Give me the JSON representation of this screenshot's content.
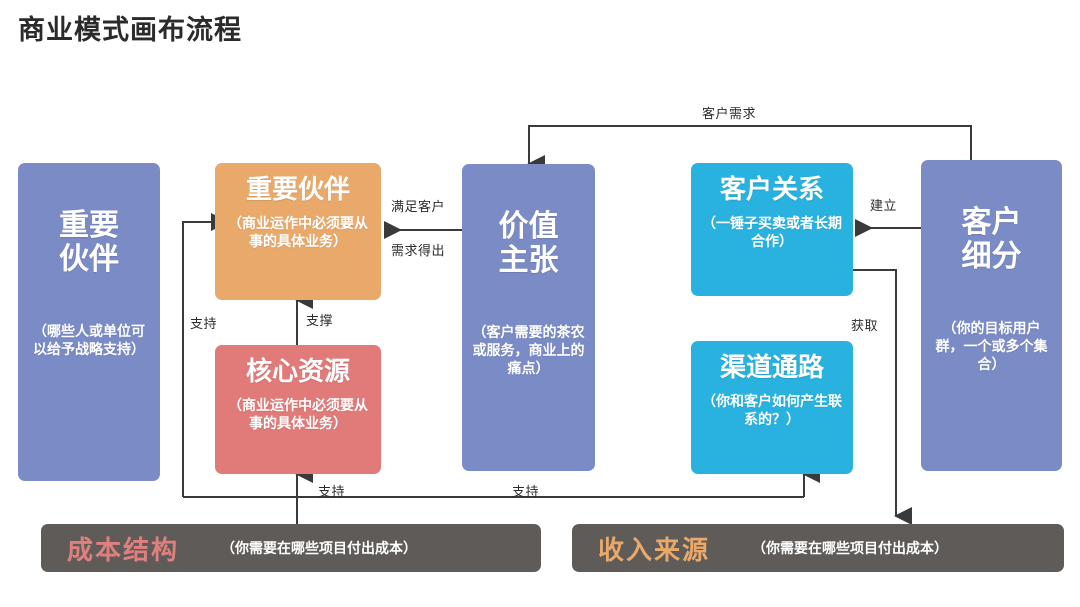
{
  "title": "商业模式画布流程",
  "colors": {
    "blue": "#7b8bc6",
    "orange": "#e9a96b",
    "red": "#e07b79",
    "cyan": "#29b2e0",
    "bar_gray": "#5e5b58",
    "cost_title": "#e0807e",
    "revenue_title": "#e9a96b",
    "line": "#3a3a3a",
    "background": "#ffffff",
    "title_text": "#2b2b2b"
  },
  "cards": {
    "key_partners_left": {
      "title": "重要\n伙伴",
      "subtitle": "（哪些人或单位可以给予战略支持）"
    },
    "key_partners_orange": {
      "title": "重要伙伴",
      "subtitle": "（商业运作中必须要从事的具体业务）"
    },
    "key_resources": {
      "title": "核心资源",
      "subtitle": "（商业运作中必须要从事的具体业务）"
    },
    "value_proposition": {
      "title": "价值\n主张",
      "subtitle": "（客户需要的茶农或服务，商业上的痛点）"
    },
    "customer_relationships": {
      "title": "客户关系",
      "subtitle": "（一锤子买卖或者长期合作）"
    },
    "channels": {
      "title": "渠道通路",
      "subtitle": "（你和客户如何产生联系的？）"
    },
    "customer_segments": {
      "title": "客户\n细分",
      "subtitle": "（你的目标用户群，一个或多个集合）"
    }
  },
  "bars": {
    "cost_structure": {
      "title": "成本结构",
      "subtitle": "（你需要在哪些项目付出成本）"
    },
    "revenue_streams": {
      "title": "收入来源",
      "subtitle": "（你需要在哪些项目付出成本）"
    }
  },
  "wire_labels": {
    "customer_demand": "客户需求",
    "satisfy_customer": "满足客户",
    "demand_derived": "需求得出",
    "support_left": "支持",
    "prop_up": "支撑",
    "support_bottom_left": "支持",
    "support_bottom_right": "支持",
    "establish": "建立",
    "acquire": "获取"
  }
}
